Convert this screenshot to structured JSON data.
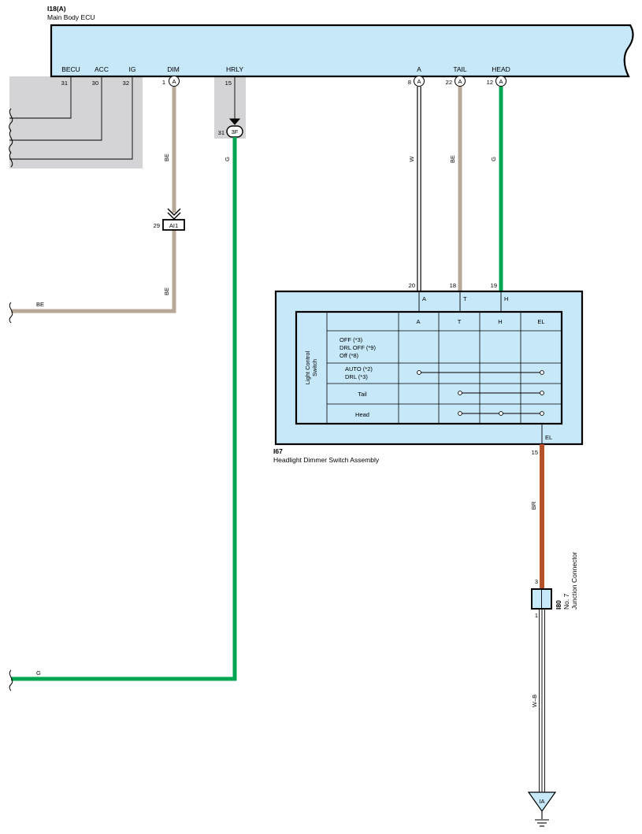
{
  "ecu": {
    "code": "I18(A)",
    "name": "Main Body ECU",
    "pins": [
      {
        "name": "BECU",
        "num": "31"
      },
      {
        "name": "ACC",
        "num": "30"
      },
      {
        "name": "IG",
        "num": "32"
      },
      {
        "name": "DIM",
        "num": "1",
        "conn": "A"
      },
      {
        "name": "HRLY",
        "num": "15"
      },
      {
        "name": "A",
        "num": "8",
        "conn": "A"
      },
      {
        "name": "TAIL",
        "num": "22",
        "conn": "A"
      },
      {
        "name": "HEAD",
        "num": "12",
        "conn": "A"
      }
    ]
  },
  "connectors": {
    "hrly_junction": {
      "pin": "31",
      "code": "3F"
    },
    "dim_junction": {
      "pin": "29",
      "code": "AI1"
    }
  },
  "wires": {
    "dim_be_upper": "BE",
    "dim_be_lower": "BE",
    "dim_be_left": "BE",
    "hrly_g": "G",
    "hrly_g_left": "G",
    "a_w": "W",
    "tail_be": "BE",
    "head_g": "G",
    "el_br": "BR",
    "ground_wb": "W–B"
  },
  "colors": {
    "beige": "#b8a898",
    "green": "#00a651",
    "brown": "#b5522d",
    "panel": "#c6e8f8",
    "shade": "#d4d4d6"
  },
  "switch_assembly": {
    "code": "I67",
    "name": "Headlight Dimmer Switch Assembly",
    "pins": [
      {
        "num": "20",
        "name": "A"
      },
      {
        "num": "18",
        "name": "T"
      },
      {
        "num": "19",
        "name": "H"
      },
      {
        "num": "15",
        "name": "EL"
      }
    ],
    "table": {
      "side_label_1": "Light Control",
      "side_label_2": "Switch",
      "columns": [
        "A",
        "T",
        "H",
        "EL"
      ],
      "rows": [
        {
          "lines": [
            "OFF (*3)",
            "DRL OFF (*9)",
            "Off (*8)"
          ]
        },
        {
          "lines": [
            "AUTO (*2)",
            "DRL (*3)"
          ]
        },
        {
          "lines": [
            "Tail"
          ]
        },
        {
          "lines": [
            "Head"
          ]
        }
      ]
    }
  },
  "junction_connector": {
    "code": "I80",
    "name_1": "No. 7",
    "name_2": "Junction Connector",
    "pin_top": "3",
    "pin_bottom": "1"
  },
  "ground": {
    "label": "IA"
  }
}
